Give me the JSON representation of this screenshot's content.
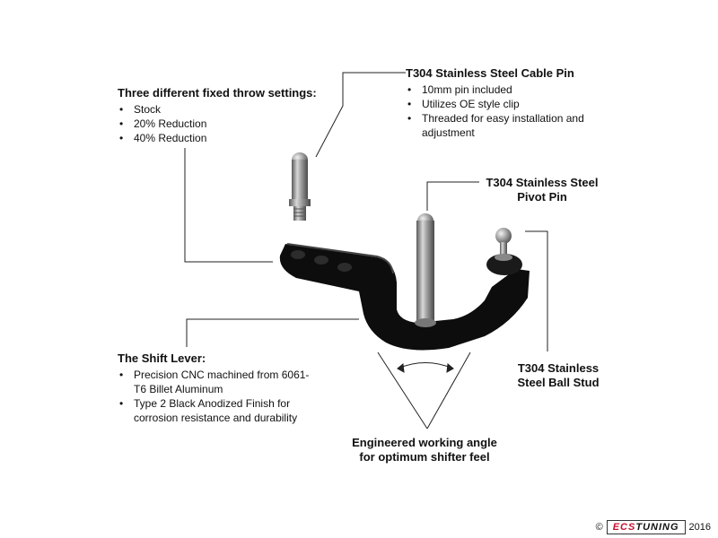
{
  "callouts": {
    "throw": {
      "title": "Three different fixed throw settings:",
      "items": [
        "Stock",
        "20% Reduction",
        "40% Reduction"
      ]
    },
    "cable_pin": {
      "title": "T304 Stainless Steel Cable Pin",
      "items": [
        "10mm pin included",
        "Utilizes OE style clip",
        "Threaded for easy installation and adjustment"
      ]
    },
    "pivot_pin": {
      "line1": "T304 Stainless Steel",
      "line2": "Pivot Pin"
    },
    "ball_stud": {
      "line1": "T304 Stainless",
      "line2": "Steel Ball Stud"
    },
    "shift_lever": {
      "title": "The Shift Lever:",
      "items": [
        "Precision CNC machined from 6061-T6 Billet Aluminum",
        "Type 2 Black Anodized Finish for corrosion resistance and durability"
      ]
    },
    "angle": {
      "line1": "Engineered working angle",
      "line2": "for optimum shifter feel"
    }
  },
  "footer": {
    "copyright": "©",
    "brand_red": "ECS",
    "brand_rest": "TUNING",
    "year": "2016"
  },
  "colors": {
    "lever": "#0d0d0d",
    "steel": "#a8a8a8",
    "brand": "#c8102e"
  }
}
